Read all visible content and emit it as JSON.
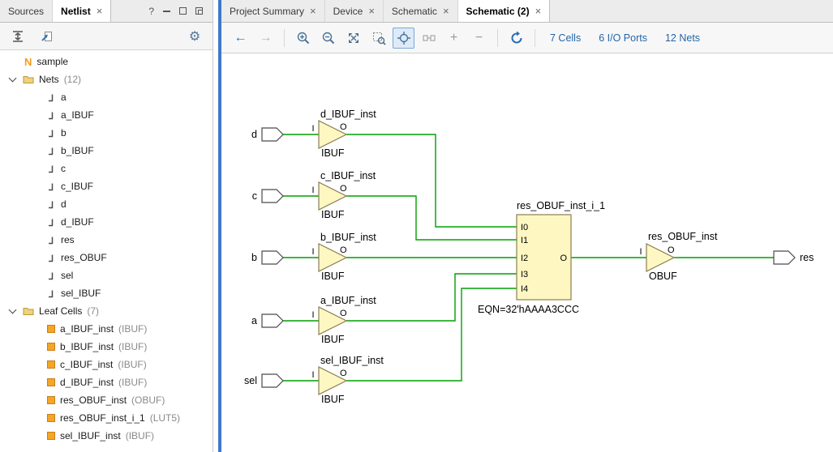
{
  "icons": {
    "close": "×",
    "help": "?",
    "gear": "⚙",
    "back": "←",
    "forward": "→",
    "plus": "+",
    "minus": "−",
    "root_n": "N"
  },
  "colors": {
    "accent-blue": "#3E79C9",
    "wire-green": "#00A000",
    "comp-fill": "#FFF7C2",
    "comp-stroke": "#8A7E52",
    "link-blue": "#2465A8",
    "cell-orange": "#F5A623",
    "selected-tool-bg": "#DDEBF8",
    "selected-tool-border": "#7BA7D7"
  },
  "left_panel": {
    "tabs": [
      {
        "label": "Sources"
      },
      {
        "label": "Netlist",
        "active": true
      }
    ],
    "tree": {
      "root_label": "sample",
      "groups": [
        {
          "label": "Nets",
          "count": "(12)"
        },
        {
          "label": "Leaf Cells",
          "count": "(7)"
        }
      ],
      "nets": [
        "a",
        "a_IBUF",
        "b",
        "b_IBUF",
        "c",
        "c_IBUF",
        "d",
        "d_IBUF",
        "res",
        "res_OBUF",
        "sel",
        "sel_IBUF"
      ],
      "cells": [
        {
          "name": "a_IBUF_inst",
          "type": "(IBUF)"
        },
        {
          "name": "b_IBUF_inst",
          "type": "(IBUF)"
        },
        {
          "name": "c_IBUF_inst",
          "type": "(IBUF)"
        },
        {
          "name": "d_IBUF_inst",
          "type": "(IBUF)"
        },
        {
          "name": "res_OBUF_inst",
          "type": "(OBUF)"
        },
        {
          "name": "res_OBUF_inst_i_1",
          "type": "(LUT5)"
        },
        {
          "name": "sel_IBUF_inst",
          "type": "(IBUF)"
        }
      ]
    }
  },
  "right_panel": {
    "tabs": [
      {
        "label": "Project Summary"
      },
      {
        "label": "Device"
      },
      {
        "label": "Schematic"
      },
      {
        "label": "Schematic (2)",
        "active": true
      }
    ],
    "toolbar": {
      "stats": [
        {
          "label": "7 Cells"
        },
        {
          "label": "6 I/O Ports"
        },
        {
          "label": "12 Nets"
        }
      ]
    },
    "schematic": {
      "ports_in": [
        "d",
        "c",
        "b",
        "a",
        "sel"
      ],
      "port_out": "res",
      "buffers": [
        {
          "inst": "d_IBUF_inst",
          "type": "IBUF",
          "in": "I",
          "out": "O"
        },
        {
          "inst": "c_IBUF_inst",
          "type": "IBUF",
          "in": "I",
          "out": "O"
        },
        {
          "inst": "b_IBUF_inst",
          "type": "IBUF",
          "in": "I",
          "out": "O"
        },
        {
          "inst": "a_IBUF_inst",
          "type": "IBUF",
          "in": "I",
          "out": "O"
        },
        {
          "inst": "sel_IBUF_inst",
          "type": "IBUF",
          "in": "I",
          "out": "O"
        }
      ],
      "lut": {
        "inst": "res_OBUF_inst_i_1",
        "pins": [
          "I0",
          "I1",
          "I2",
          "I3",
          "I4"
        ],
        "out": "O",
        "eqn": "EQN=32'hAAAA3CCC"
      },
      "obuf": {
        "inst": "res_OBUF_inst",
        "type": "OBUF",
        "in": "I",
        "out": "O"
      }
    }
  }
}
